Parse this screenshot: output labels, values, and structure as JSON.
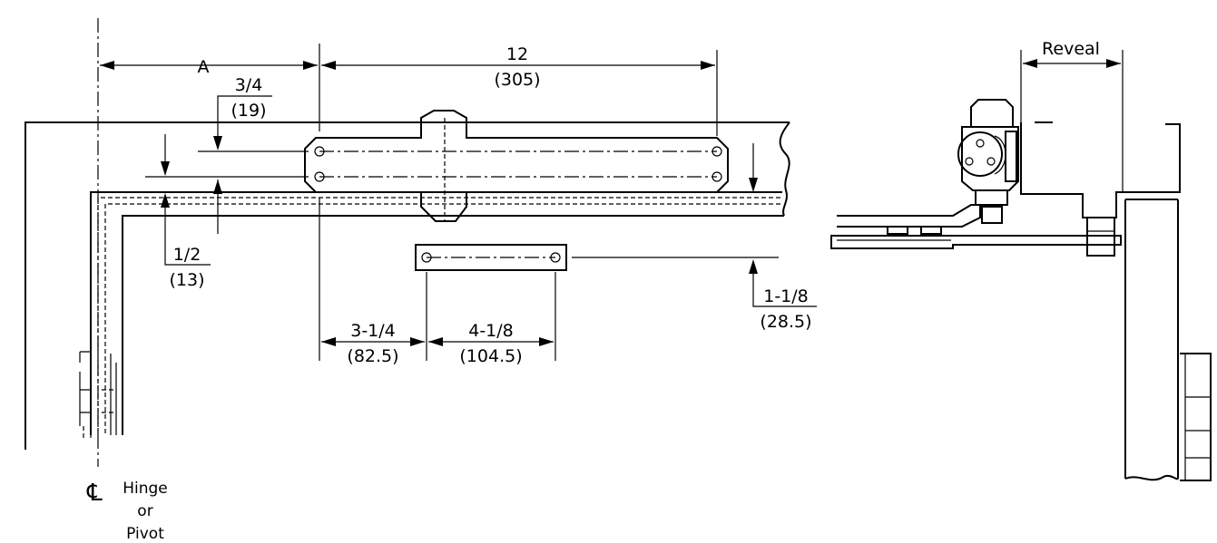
{
  "labels": {
    "dim_a": "A",
    "dim_12": "12",
    "dim_305": "(305)",
    "dim_3_4": "3/4",
    "dim_19": "(19)",
    "dim_1_2": "1/2",
    "dim_13": "(13)",
    "dim_3_1_4": "3-1/4",
    "dim_82_5": "(82.5)",
    "dim_4_1_8": "4-1/8",
    "dim_104_5": "(104.5)",
    "dim_1_1_8": "1-1/8",
    "dim_28_5": "(28.5)",
    "reveal": "Reveal",
    "cl_symbol": "℄",
    "hinge": "Hinge",
    "or": "or",
    "pivot": "Pivot"
  }
}
